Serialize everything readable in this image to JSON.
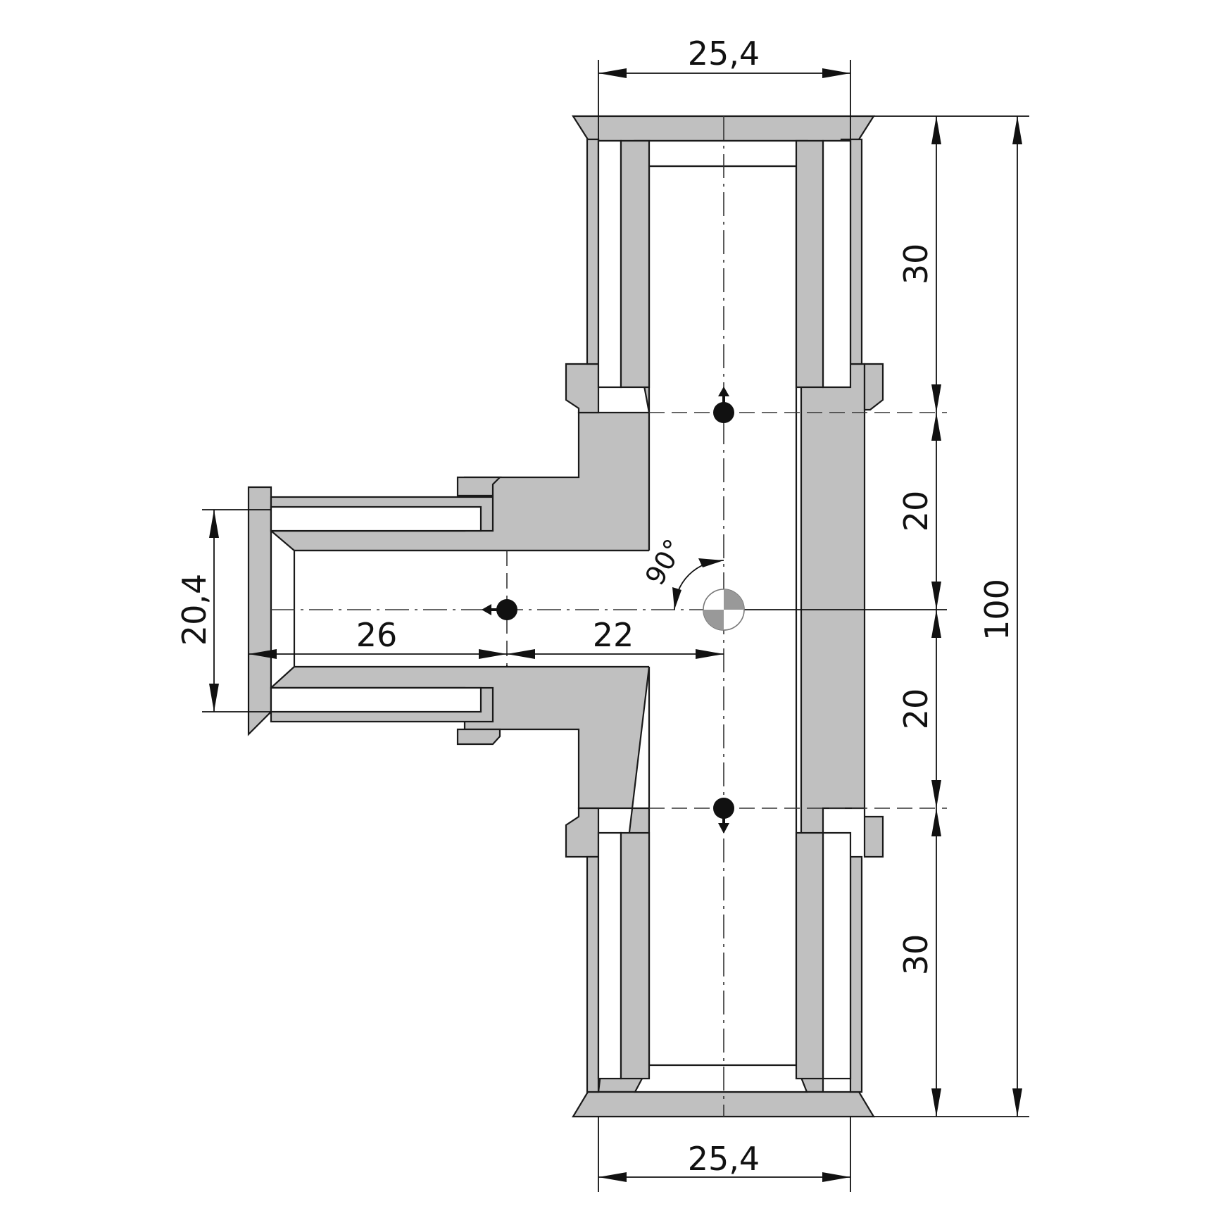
{
  "colors": {
    "wall": "#c0c0c0",
    "outline": "#1a1a1a",
    "background": "#ffffff"
  },
  "dimensions": {
    "top_width": "25,4",
    "bottom_width": "25,4",
    "top_socket_length": "30",
    "upper_center_offset": "20",
    "lower_center_offset": "20",
    "bottom_socket_length": "30",
    "overall_length": "100",
    "branch_diameter": "20,4",
    "branch_socket_length": "26",
    "branch_to_center": "22",
    "angle": "90°"
  }
}
